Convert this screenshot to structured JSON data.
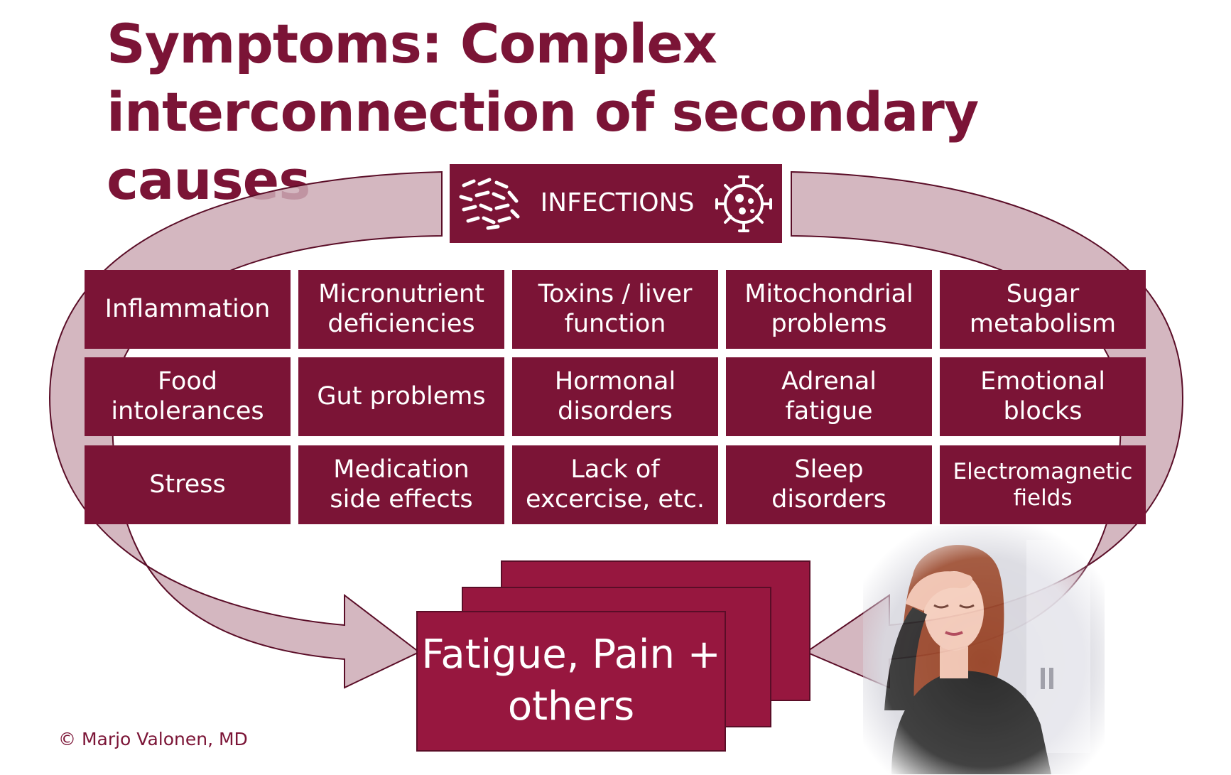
{
  "title": "Symptoms: Complex interconnection of secondary causes",
  "infections": {
    "label": "INFECTIONS",
    "left_icon": "bacteria-icon",
    "right_icon": "virus-icon"
  },
  "causes": [
    [
      "Inflammation",
      "Micronutrient\ndeficiencies",
      "Toxins / liver\nfunction",
      "Mitochondrial\nproblems",
      "Sugar\nmetabolism"
    ],
    [
      "Food\nintolerances",
      "Gut problems",
      "Hormonal\ndisorders",
      "Adrenal\nfatigue",
      "Emotional\nblocks"
    ],
    [
      "Stress",
      "Medication\nside effects",
      "Lack of\nexcercise, etc.",
      "Sleep\ndisorders",
      "Electromagnetic\nfields"
    ]
  ],
  "symptoms_label": "Fatigue, Pain +\nothers",
  "copyright": "© Marjo Valonen, MD",
  "colors": {
    "primary": "#7b1436",
    "symptoms": "#97173f",
    "arrow_fill": "#ccaab5",
    "arrow_stroke": "#5a0d27"
  }
}
